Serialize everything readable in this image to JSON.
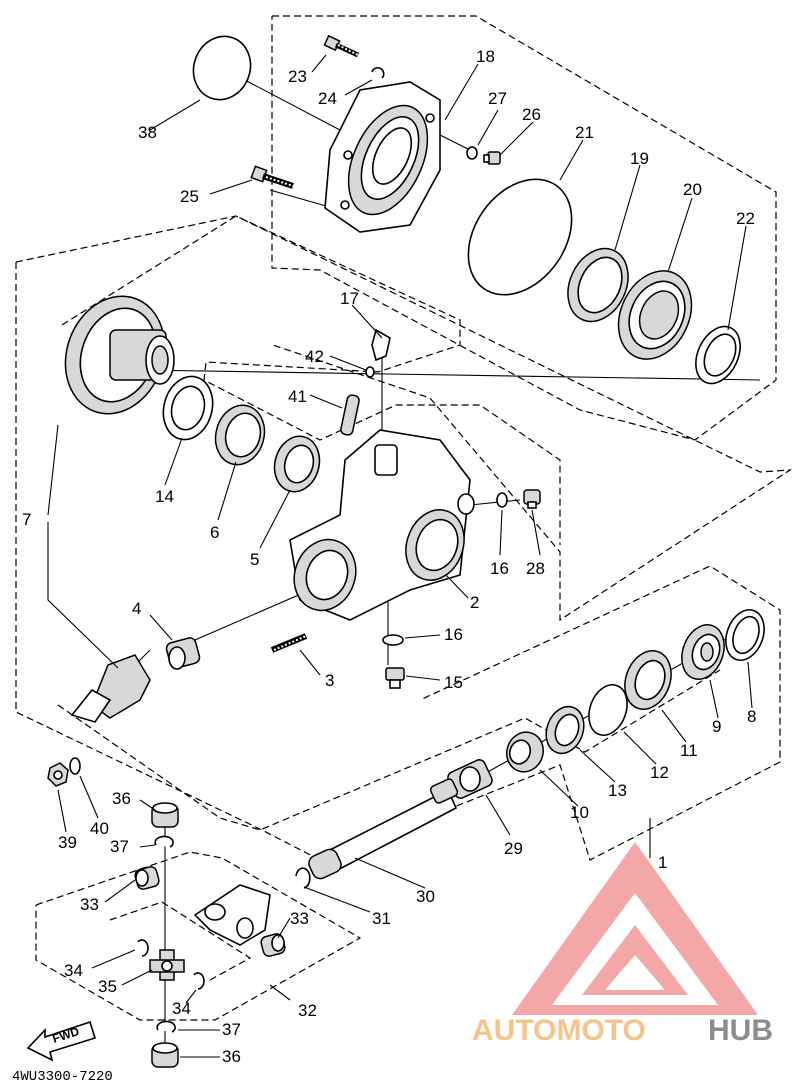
{
  "labels": {
    "p1": "1",
    "p2": "2",
    "p3": "3",
    "p4": "4",
    "p5": "5",
    "p6": "6",
    "p7": "7",
    "p8": "8",
    "p9": "9",
    "p10": "10",
    "p11": "11",
    "p12": "12",
    "p13": "13",
    "p14": "14",
    "p15": "15",
    "p16a": "16",
    "p16b": "16",
    "p17": "17",
    "p18": "18",
    "p19": "19",
    "p20": "20",
    "p21": "21",
    "p22": "22",
    "p23": "23",
    "p24": "24",
    "p25": "25",
    "p26": "26",
    "p27": "27",
    "p28": "28",
    "p29": "29",
    "p30": "30",
    "p31": "31",
    "p32": "32",
    "p33a": "33",
    "p33b": "33",
    "p34a": "34",
    "p34b": "34",
    "p35": "35",
    "p36a": "36",
    "p36b": "36",
    "p37a": "37",
    "p37b": "37",
    "p38": "38",
    "p39": "39",
    "p40": "40",
    "p41": "41",
    "p42": "42"
  },
  "diagram_code": "4WU3300-7220",
  "fwd_label": "FWD",
  "watermark": {
    "auto": "AUTOMOTO",
    "hub": "HUB"
  },
  "colors": {
    "watermark_red": "#f08a8a",
    "watermark_orange": "#f6c38a",
    "watermark_gray": "#8c8c8c"
  }
}
